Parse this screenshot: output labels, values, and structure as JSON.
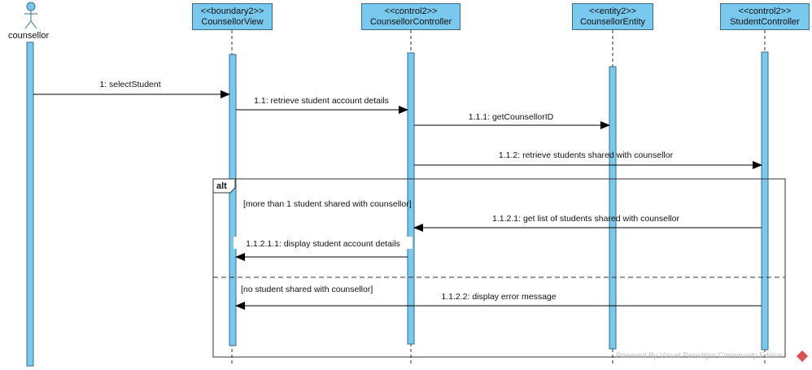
{
  "actor": {
    "name": "counsellor"
  },
  "lifelines": [
    {
      "stereotype": "<<boundary2>>",
      "name": "CounsellorView"
    },
    {
      "stereotype": "<<control2>>",
      "name": "CounsellorController"
    },
    {
      "stereotype": "<<entity2>>",
      "name": "CounsellorEntity"
    },
    {
      "stereotype": "<<control2>>",
      "name": "StudentController"
    }
  ],
  "messages": [
    {
      "label": "1: selectStudent"
    },
    {
      "label": "1.1: retrieve student account details"
    },
    {
      "label": "1.1.1: getCounsellorID"
    },
    {
      "label": "1.1.2: retrieve students shared with counsellor"
    },
    {
      "label": "1.1.2.1: get list of students shared with counsellor"
    },
    {
      "label": "1.1.2.1.1: display student account details"
    },
    {
      "label": "1.1.2.2: display error message"
    }
  ],
  "fragment": {
    "operator": "alt",
    "guards": [
      "[more than 1 student shared with counsellor]",
      "[no student shared with counsellor]"
    ]
  },
  "watermark": "Powered By  Visual Paradigm Community Edition",
  "colors": {
    "lifeline_fill": "#79c9ee",
    "line": "#000000",
    "border": "#3a6b86"
  }
}
